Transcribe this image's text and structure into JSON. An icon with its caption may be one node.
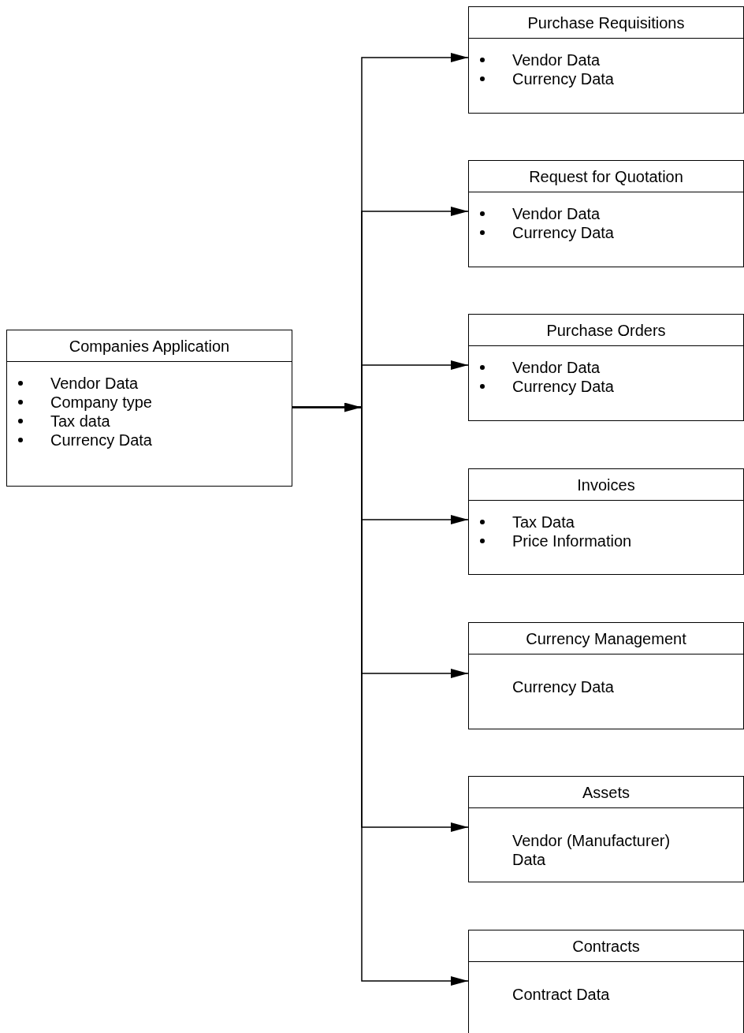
{
  "diagram": {
    "nodes": [
      {
        "text": [
          "Companies Application",
          "Vendor Data",
          "Company type",
          "Tax data",
          "Currency Data"
        ]
      },
      {
        "text": [
          "Purchase Requisitions",
          "Vendor Data",
          "Currency Data"
        ]
      },
      {
        "text": [
          "Request for Quotation",
          "Vendor Data",
          "Currency Data"
        ]
      },
      {
        "text": [
          "Purchase Orders",
          "Vendor Data",
          "Currency Data"
        ]
      },
      {
        "text": [
          "Invoices",
          "Tax Data",
          "Price Information"
        ]
      },
      {
        "text": [
          "Currency Management",
          "Currency Data"
        ]
      },
      {
        "text": [
          "Assets",
          "Vendor (Manufacturer) Data"
        ]
      },
      {
        "text": [
          "Contracts",
          "Contract Data"
        ]
      }
    ],
    "edges": [
      {
        "from": 0,
        "to": 1,
        "arrow": "to"
      },
      {
        "from": 0,
        "to": 2,
        "arrow": "to"
      },
      {
        "from": 0,
        "to": 3,
        "arrow": "to"
      },
      {
        "from": 0,
        "to": 4,
        "arrow": "to"
      },
      {
        "from": 0,
        "to": 5,
        "arrow": "to"
      },
      {
        "from": 0,
        "to": 6,
        "arrow": "to"
      },
      {
        "from": 0,
        "to": 7,
        "arrow": "to"
      }
    ]
  }
}
